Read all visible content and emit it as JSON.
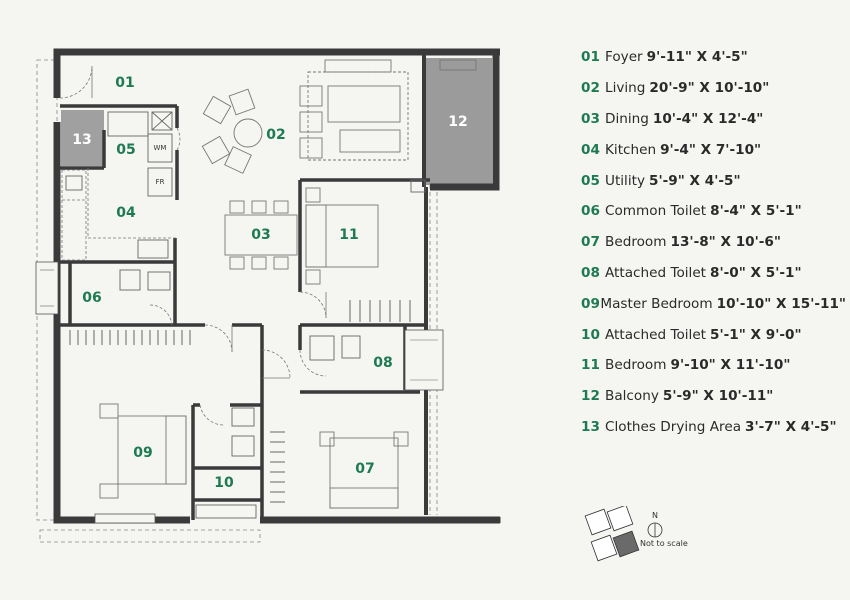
{
  "rooms": [
    {
      "num": "01",
      "name": "Foyer",
      "dim": "9'-11\" X 4'-5\""
    },
    {
      "num": "02",
      "name": "Living",
      "dim": "20'-9\" X 10'-10\""
    },
    {
      "num": "03",
      "name": "Dining",
      "dim": "10'-4\" X 12'-4\""
    },
    {
      "num": "04",
      "name": "Kitchen",
      "dim": "9'-4\" X 7'-10\""
    },
    {
      "num": "05",
      "name": "Utility",
      "dim": "5'-9\" X 4'-5\""
    },
    {
      "num": "06",
      "name": "Common Toilet",
      "dim": "8'-4\" X 5'-1\""
    },
    {
      "num": "07",
      "name": "Bedroom",
      "dim": "13'-8\" X 10'-6\""
    },
    {
      "num": "08",
      "name": "Attached Toilet",
      "dim": "8'-0\" X 5'-1\""
    },
    {
      "num": "09",
      "name": "Master Bedroom",
      "dim": "10'-10\" X 15'-11\""
    },
    {
      "num": "10",
      "name": "Attached Toilet",
      "dim": "5'-1\" X 9'-0\""
    },
    {
      "num": "11",
      "name": "Bedroom",
      "dim": "9'-10\" X 11'-10\""
    },
    {
      "num": "12",
      "name": "Balcony",
      "dim": "5'-9\" X 10'-11\""
    },
    {
      "num": "13",
      "name": "Clothes Drying Area",
      "dim": "3'-7\" X 4'-5\""
    }
  ],
  "plan_labels": {
    "r01": "01",
    "r02": "02",
    "r03": "03",
    "r04": "04",
    "r05": "05",
    "r06": "06",
    "r07": "07",
    "r08": "08",
    "r09": "09",
    "r10": "10",
    "r11": "11",
    "r12": "12",
    "r13": "13"
  },
  "appliances": {
    "washer": "WM",
    "fridge": "FR"
  },
  "compass": {
    "north": "N",
    "note": "Not to scale"
  },
  "colors": {
    "walls": "#3a3a3a",
    "label": "#1e7a50",
    "balcony": "#9b9b9b",
    "drying": "#a0a0a0",
    "highlight": "#6a6a6a"
  }
}
